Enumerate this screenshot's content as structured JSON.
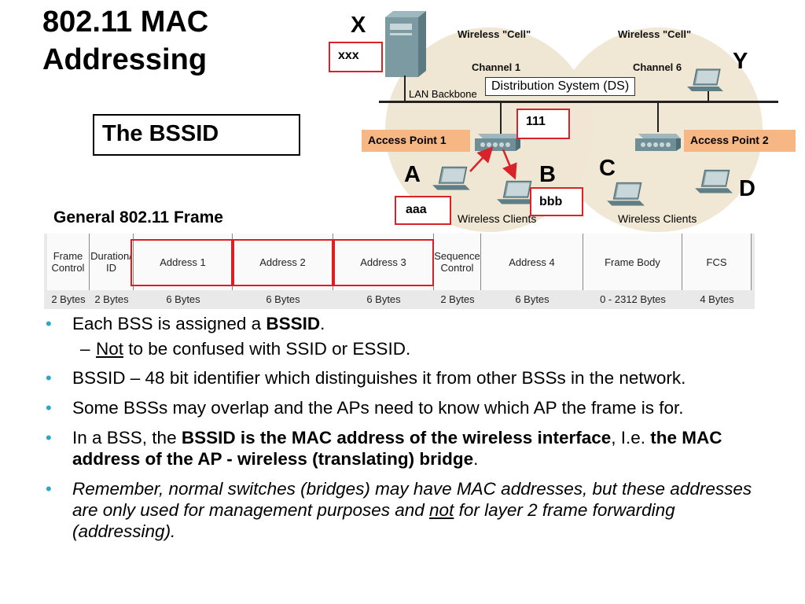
{
  "slide": {
    "title": "802.11 MAC Addressing",
    "title_line1": "802.11 MAC",
    "title_line2": "Addressing",
    "box_label": "The BSSID",
    "frame_label": "General 802.11 Frame"
  },
  "diagram": {
    "node_x": "X",
    "node_y": "Y",
    "node_a": "A",
    "node_b": "B",
    "node_c": "C",
    "node_d": "D",
    "mac_x": "xxx",
    "mac_ap1": "111",
    "mac_a": "aaa",
    "mac_b": "bbb",
    "cell1_title": "Wireless \"Cell\"",
    "cell2_title": "Wireless \"Cell\"",
    "channel1": "Channel 1",
    "channel6": "Channel 6",
    "ds_label": "Distribution System (DS)",
    "lan_backbone": "LAN Backbone",
    "ap1_label": "Access Point 1",
    "ap2_label": "Access Point 2",
    "clients1": "Wireless Clients",
    "clients2": "Wireless Clients",
    "colors": {
      "ap_label_bg": "#f7b784",
      "highlight_red": "#d8232a",
      "cell_bg": "#efe6d3"
    }
  },
  "frame": {
    "fields": [
      {
        "name": "Frame Control",
        "size": "2 Bytes"
      },
      {
        "name": "Duration/ ID",
        "size": "2 Bytes"
      },
      {
        "name": "Address 1",
        "size": "6 Bytes"
      },
      {
        "name": "Address 2",
        "size": "6 Bytes"
      },
      {
        "name": "Address 3",
        "size": "6 Bytes"
      },
      {
        "name": "Sequence Control",
        "size": "2 Bytes"
      },
      {
        "name": "Address 4",
        "size": "6 Bytes"
      },
      {
        "name": "Frame Body",
        "size": "0 - 2312 Bytes"
      },
      {
        "name": "FCS",
        "size": "4 Bytes"
      }
    ]
  },
  "bullets": {
    "b1_pre": "Each BSS is assigned a ",
    "b1_bold": "BSSID",
    "b1_post": ".",
    "sub1_underline": "Not",
    "sub1_rest": " to be confused with SSID or ESSID.",
    "sub1_dash": "–",
    "b2": "BSSID – 48 bit identifier which distinguishes it from other BSSs in the network.",
    "b3": "Some BSSs may overlap and the APs need to know which AP the frame is for.",
    "b4_pre": "In a BSS, the ",
    "b4_bold1": "BSSID is the MAC address of the wireless interface",
    "b4_mid": ", I.e. ",
    "b4_bold2": "the MAC address of the  AP - wireless (translating) bridge",
    "b4_post": ".",
    "b5_pre": "Remember, normal switches (bridges) may have MAC addresses, but these addresses are only used for management purposes and ",
    "b5_underline": "not",
    "b5_post": " for layer 2 frame forwarding (addressing).",
    "bullet_char": "•"
  }
}
